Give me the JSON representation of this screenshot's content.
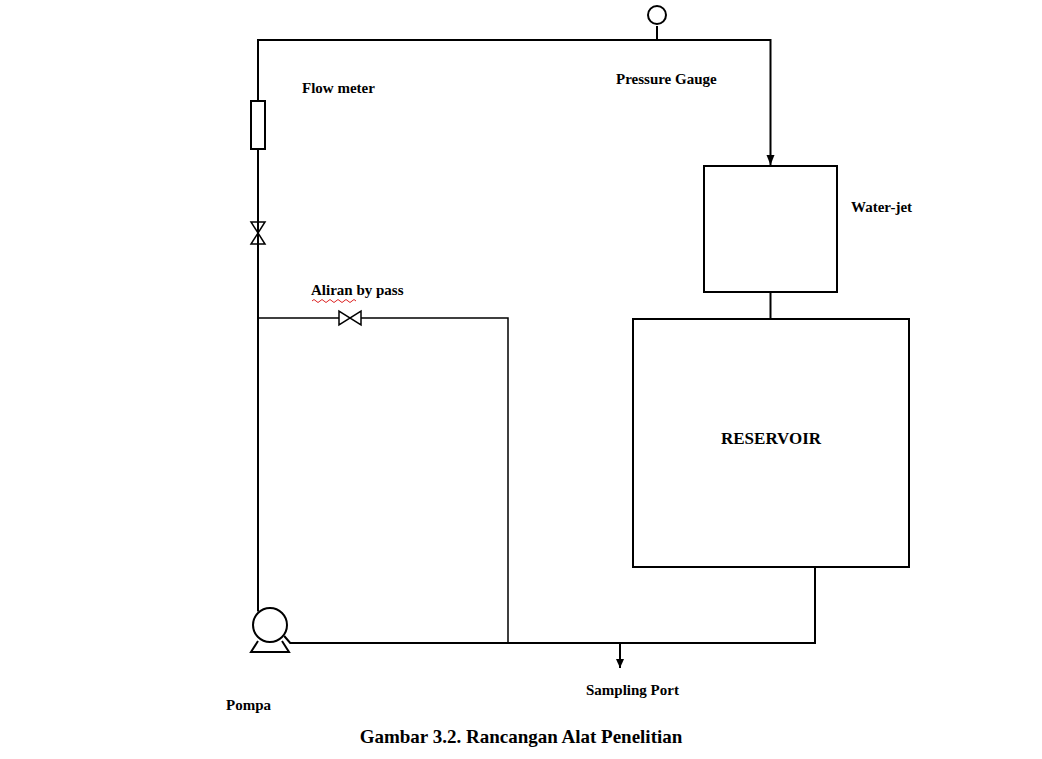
{
  "diagram": {
    "caption": "Gambar 3.2. Rancangan Alat Penelitian",
    "nodes": [
      {
        "text": [
          "Pressure Gauge"
        ]
      },
      {
        "text": [
          "Flow meter"
        ]
      },
      {
        "text": [
          "Water-jet"
        ]
      },
      {
        "text": [
          "RESERVOIR"
        ]
      },
      {
        "text": [
          "Pompa"
        ]
      }
    ],
    "edges": [
      {
        "from": 4,
        "to": 1,
        "arrow": "none"
      },
      {
        "from": 1,
        "to": 2,
        "arrow": "to"
      },
      {
        "from": 2,
        "to": 3,
        "arrow": "none"
      },
      {
        "from": 3,
        "to": 4,
        "arrow": "none"
      }
    ],
    "labels": [
      "Aliran by pass",
      "Sampling Port"
    ]
  }
}
